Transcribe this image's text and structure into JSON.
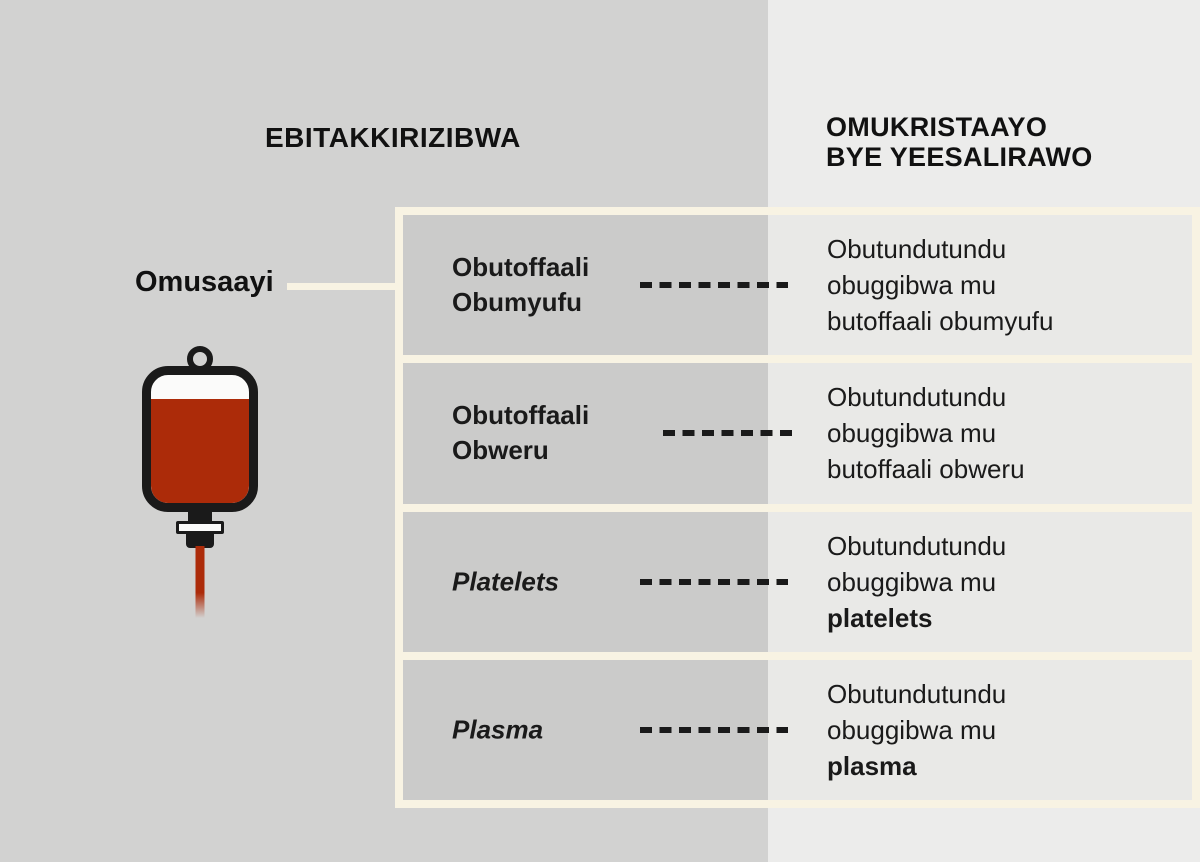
{
  "colors": {
    "blood_red": "#ac2b09",
    "cream_accent": "#f8f3e3",
    "background_left": "#d2d2d1",
    "background_right": "#ececeb",
    "row_left_fill": "#cbcbca",
    "row_right_fill": "#e9e9e7",
    "text": "#1a1a1a"
  },
  "headers": {
    "left": "EBITAKKIRIZIBWA",
    "right": {
      "line1": "OMUKRISTAAYO",
      "line2": "BYE YEESALIRAWO"
    }
  },
  "source": {
    "label": "Omusaayi",
    "icon": "blood-bag-icon"
  },
  "rows": [
    {
      "component": {
        "line1": "Obutoffaali",
        "line2": "Obumyufu"
      },
      "dash_count": 8,
      "fraction": {
        "line1": "Obutundutundu",
        "line2": "obuggibwa mu",
        "line3": "butoffaali obumyufu"
      }
    },
    {
      "component": {
        "line1": "Obutoffaali",
        "line2": "Obweru"
      },
      "dash_count": 7,
      "fraction": {
        "line1": "Obutundutundu",
        "line2": "obuggibwa mu",
        "line3": "butoffaali obweru"
      }
    },
    {
      "component": {
        "line1": "Platelets"
      },
      "dash_count": 8,
      "fraction": {
        "line1": "Obutundutundu",
        "line2": "obuggibwa mu",
        "line3": "platelets"
      }
    },
    {
      "component": {
        "line1": "Plasma"
      },
      "dash_count": 8,
      "fraction": {
        "line1": "Obutundutundu",
        "line2": "obuggibwa mu",
        "line3": "plasma"
      }
    }
  ]
}
